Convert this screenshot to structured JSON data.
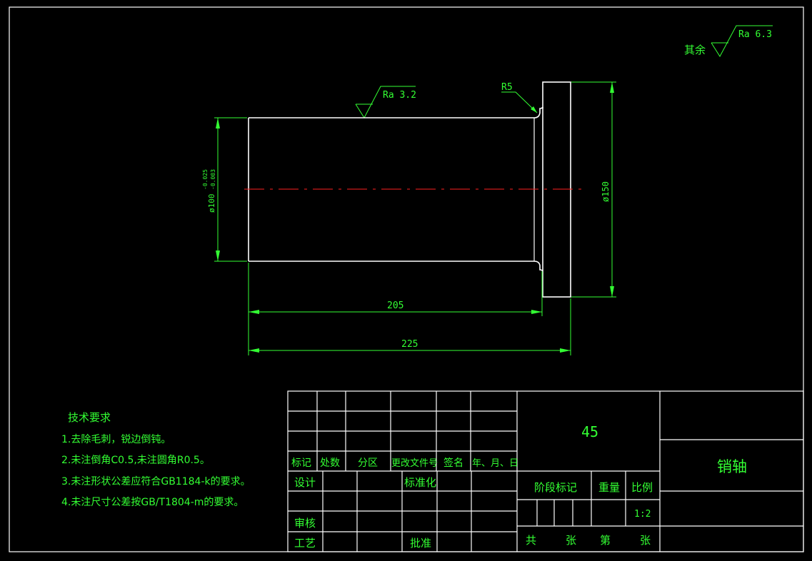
{
  "roughness": {
    "other_prefix": "其余",
    "other_value": "Ra 6.3",
    "surface_value": "Ra 3.2"
  },
  "dimensions": {
    "fillet": "R5",
    "shaft_dia": "ø100",
    "shaft_tol_upper": "-0.025",
    "shaft_tol_lower": "-0.003",
    "flange_dia": "ø150",
    "length_shaft": "205",
    "length_total": "225"
  },
  "tech_requirements": {
    "title": "技术要求",
    "items": [
      "1.去除毛刺，锐边倒钝。",
      "2.未注倒角C0.5,未注圆角R0.5。",
      "3.未注形状公差应符合GB1184-k的要求。",
      "4.未注尺寸公差按GB/T1804-m的要求。"
    ]
  },
  "title_block": {
    "material": "45",
    "part_name": "销轴",
    "revision_headers": [
      "标记",
      "处数",
      "分区",
      "更改文件号",
      "签名",
      "年、月、日"
    ],
    "design": "设计",
    "standardization": "标准化",
    "review": "审核",
    "process": "工艺",
    "approve": "批准",
    "stage_mark": "阶段标记",
    "weight": "重量",
    "scale_label": "比例",
    "scale_value": "1:2",
    "total": "共",
    "sheet": "张",
    "number": "第",
    "sheet2": "张"
  }
}
